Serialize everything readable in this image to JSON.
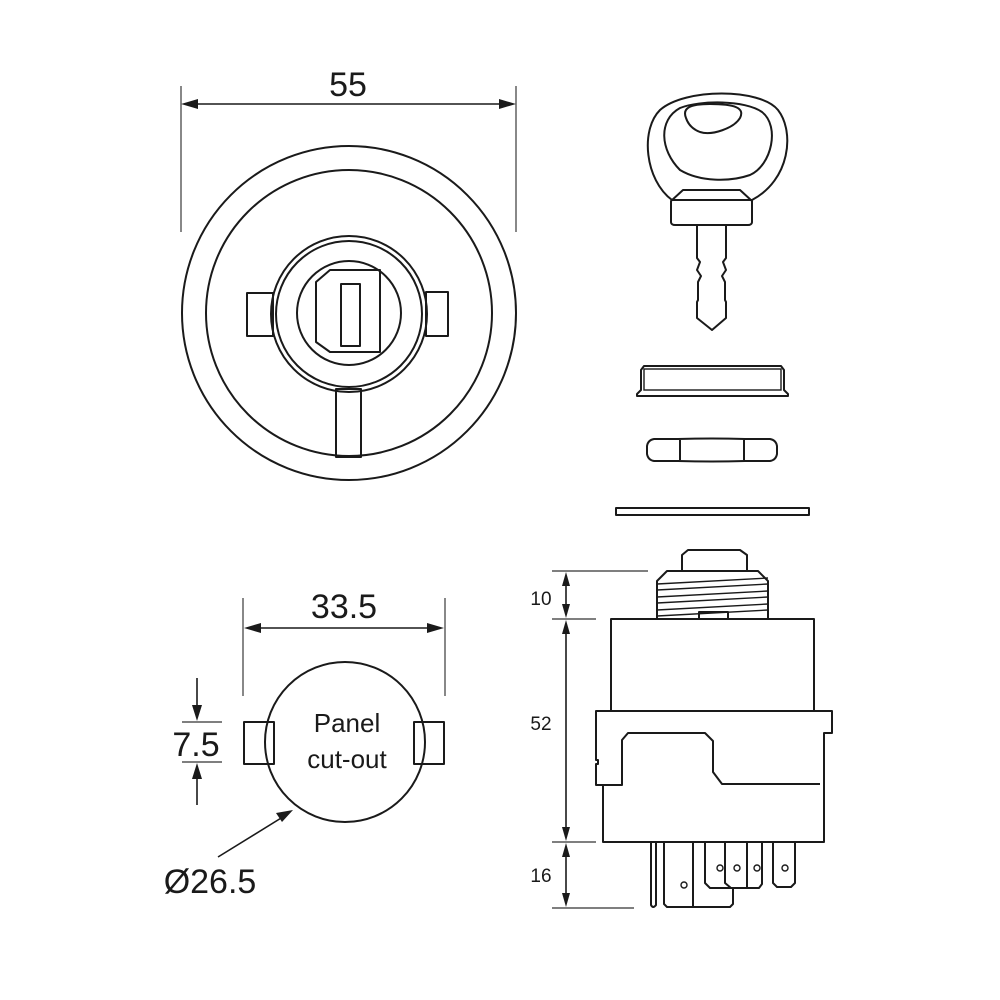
{
  "front_view": {
    "width_dimension": "55"
  },
  "panel_cutout": {
    "width_dimension": "33.5",
    "tab_height_dimension": "7.5",
    "diameter_dimension": "Ø26.5",
    "label_line1": "Panel",
    "label_line2": "cut-out"
  },
  "side_view": {
    "thread_height_dimension": "10",
    "body_height_dimension": "52",
    "terminal_length_dimension": "16"
  },
  "exploded_parts": [
    "key",
    "bezel-cap",
    "hex-nut",
    "washer"
  ]
}
